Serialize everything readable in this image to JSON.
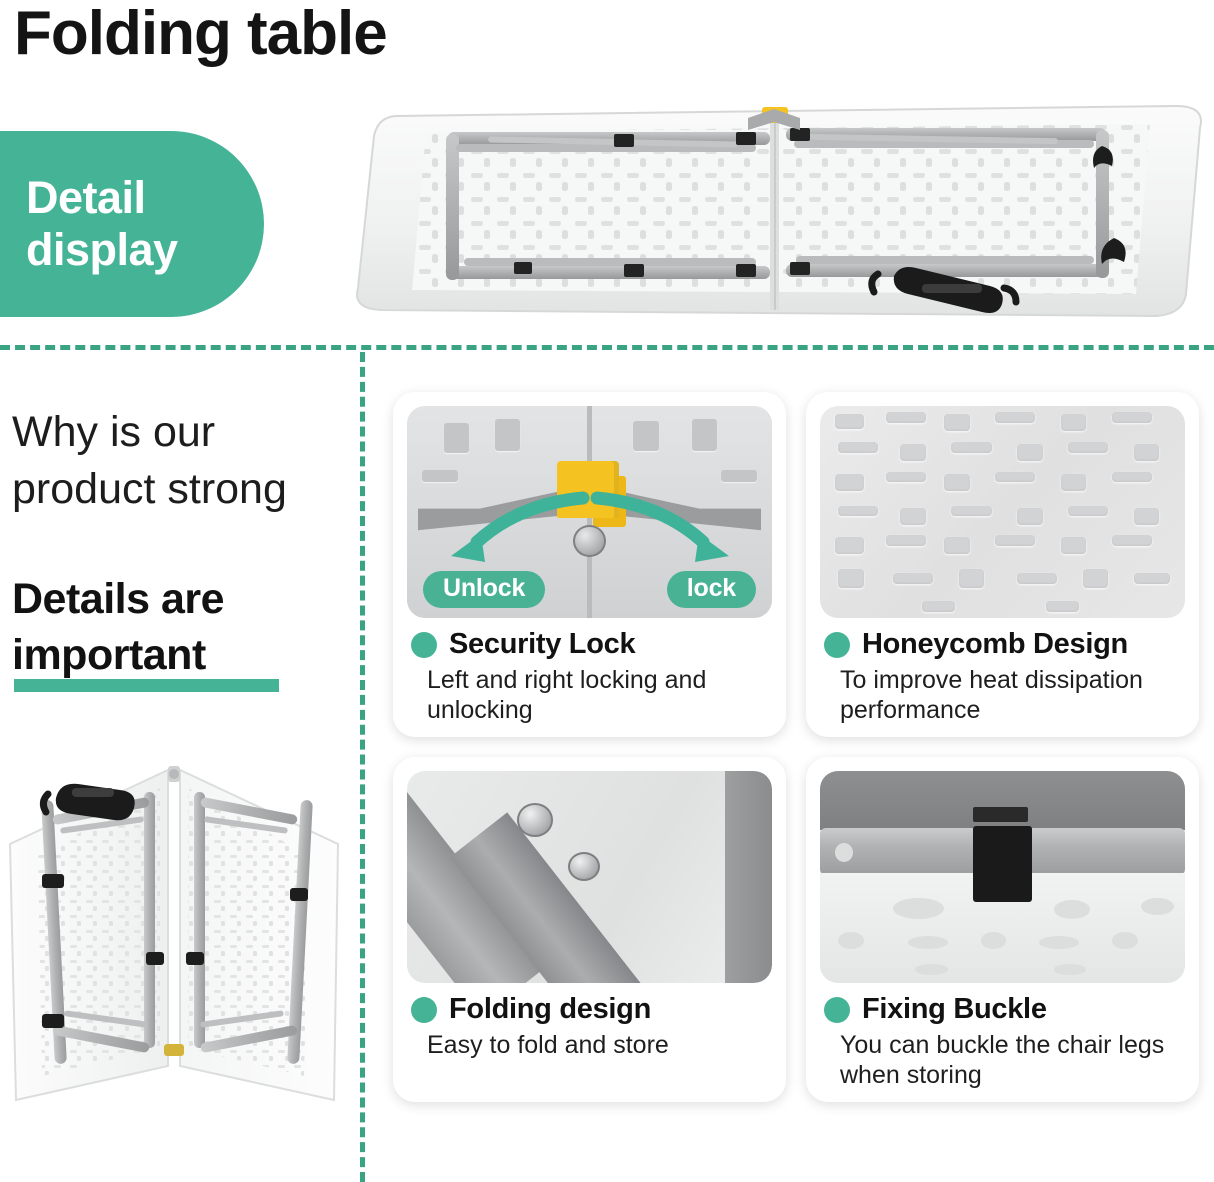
{
  "header": {
    "title": "Folding table",
    "badge_line_1": "Detail",
    "badge_line_2": "display"
  },
  "left_column": {
    "why_heading": "Why is our product strong",
    "details_heading": "Details are important"
  },
  "colors": {
    "teal": "#45b396",
    "teal_pill": "#49b295",
    "dash_teal": "#3aa384",
    "yellow_lever": "#f5c321",
    "text_dark": "#141414"
  },
  "features": [
    {
      "title": "Security Lock",
      "desc": "Left and right locking and unlocking",
      "pill_left": "Unlock",
      "pill_right": "lock"
    },
    {
      "title": "Honeycomb Design",
      "desc": "To improve heat dissipation performance"
    },
    {
      "title": "Folding design",
      "desc": "Easy to fold and store"
    },
    {
      "title": "Fixing Buckle",
      "desc": "You can buckle the chair legs when storing"
    }
  ]
}
